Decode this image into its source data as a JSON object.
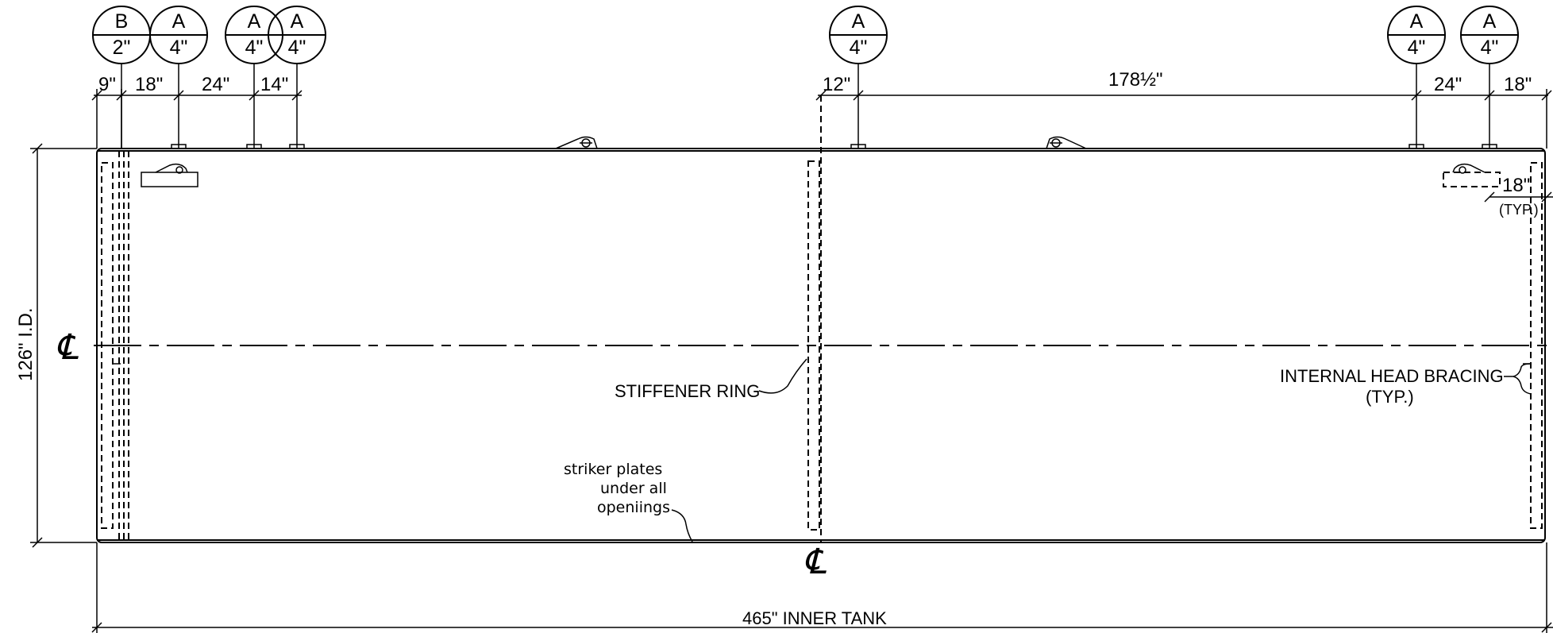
{
  "nozzles": [
    {
      "letter": "B",
      "size": "2\""
    },
    {
      "letter": "A",
      "size": "4\""
    },
    {
      "letter": "A",
      "size": "4\""
    },
    {
      "letter": "A",
      "size": "4\""
    },
    {
      "letter": "A",
      "size": "4\""
    },
    {
      "letter": "A",
      "size": "4\""
    },
    {
      "letter": "A",
      "size": "4\""
    }
  ],
  "dimensions": {
    "d9": "9\"",
    "d18a": "18\"",
    "d24a": "24\"",
    "d14": "14\"",
    "d12": "12\"",
    "d178": "178½\"",
    "d24b": "24\"",
    "d18b": "18\"",
    "d18c": "18\"",
    "typ_small": "(TYP.)",
    "height": "126\" I.D.",
    "length": "465\" INNER TANK"
  },
  "labels": {
    "stiffener": "STIFFENER RING",
    "bracing_line1": "INTERNAL HEAD BRACING",
    "bracing_line2": "(TYP.)",
    "striker_line1": "striker plates",
    "striker_line2": "under all",
    "striker_line3": "openiings",
    "centerline_symbol": "℄"
  }
}
